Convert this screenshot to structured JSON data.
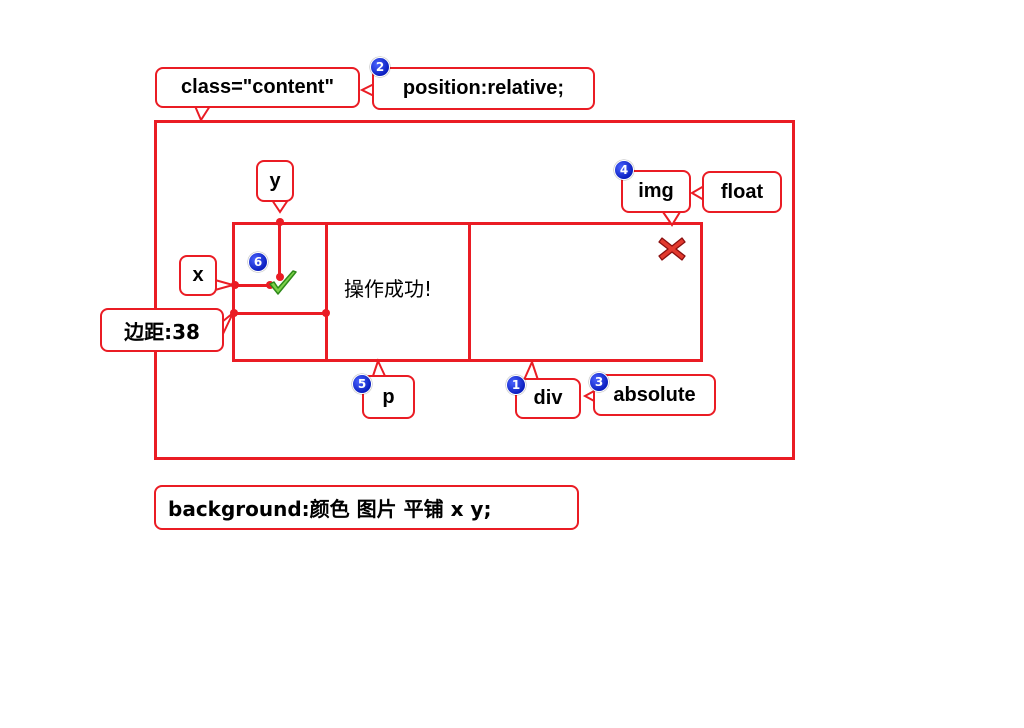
{
  "callouts": {
    "class_content": "class=\"content\"",
    "position_relative": "position:relative;",
    "y": "y",
    "x": "x",
    "margin": "边距:38",
    "img": "img",
    "float": "float",
    "p": "p",
    "div": "div",
    "absolute": "absolute",
    "background": "background:颜色  图片  平铺  x  y;"
  },
  "badges": [
    "1",
    "2",
    "3",
    "4",
    "5",
    "6"
  ],
  "paragraph_text": "操作成功!",
  "icons": {
    "check": "check-icon",
    "close": "close-icon"
  },
  "colors": {
    "accent": "#ea1c24",
    "badge": "#0b1fbf"
  }
}
